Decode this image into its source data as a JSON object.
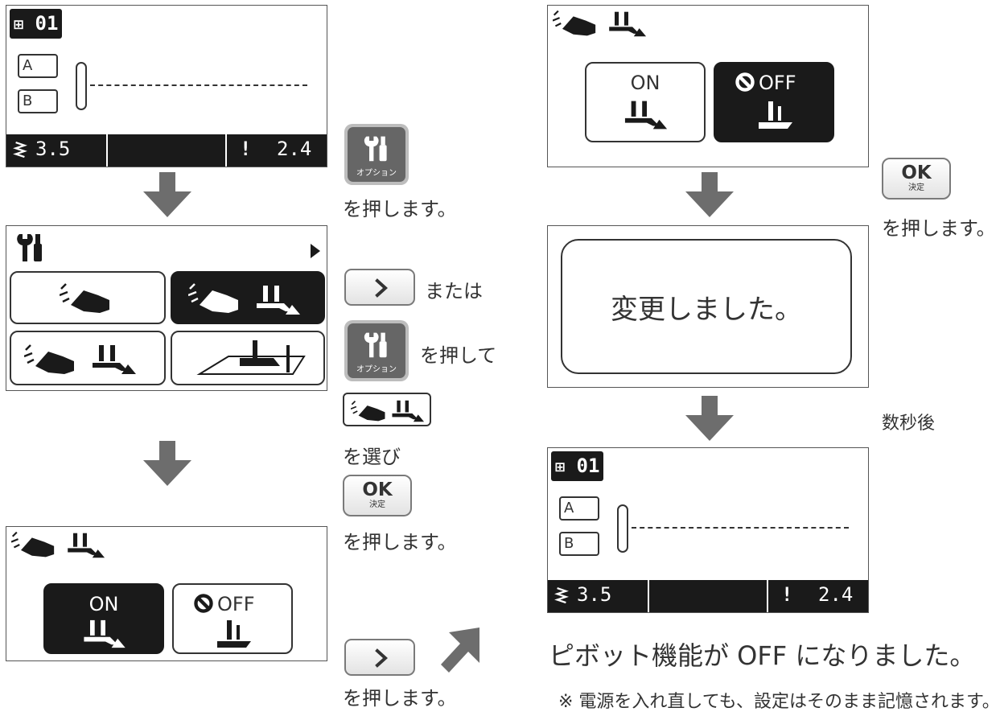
{
  "screen_home": {
    "pattern_number": "01",
    "label_a": "A",
    "label_b": "B",
    "stitch_width": "3.5",
    "stitch_length": "2.4"
  },
  "screen_home_2": {
    "pattern_number": "01",
    "label_a": "A",
    "label_b": "B",
    "stitch_width": "3.5",
    "stitch_length": "2.4"
  },
  "option_button": {
    "label": "オプション"
  },
  "ok_button": {
    "label": "OK",
    "sub": "決定"
  },
  "steps": {
    "press_option": "を押します。",
    "or": "または",
    "press_option_then": "を押して",
    "select": "を選び",
    "press_ok": "を押します。",
    "press_next": "を押します。",
    "press_ok_right": "を押します。",
    "after_seconds": "数秒後"
  },
  "pivot_screen_on": {
    "on_label": "ON",
    "off_label": "OFF"
  },
  "pivot_screen_off": {
    "on_label": "ON",
    "off_label": "OFF"
  },
  "message_screen": {
    "text": "変更しました。"
  },
  "result": {
    "headline": "ピボット機能が OFF になりました。",
    "note": "※ 電源を入れ直しても、設定はそのまま記憶されます。"
  }
}
